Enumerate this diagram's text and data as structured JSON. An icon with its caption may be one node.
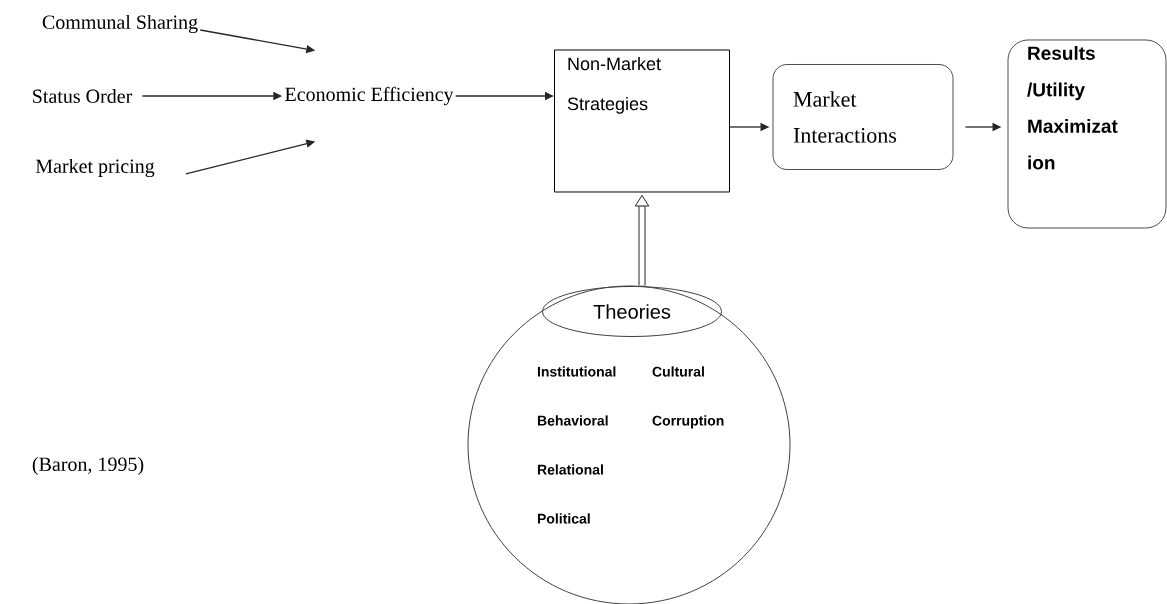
{
  "diagram": {
    "nodes": [
      {
        "text": [
          "Communal Sharing"
        ]
      },
      {
        "text": [
          "Status Order"
        ]
      },
      {
        "text": [
          "Market pricing"
        ]
      },
      {
        "text": [
          "Economic Efficiency"
        ]
      },
      {
        "text": [
          "Non-Market Strategies"
        ]
      },
      {
        "text": [
          "Market Interactions"
        ]
      },
      {
        "text": [
          "Results /Utility Maximizat ion"
        ]
      },
      {
        "text": [
          "Institutional",
          "Cultural",
          "Behavioral",
          "Corruption",
          "Relational",
          "Political"
        ]
      },
      {
        "text": [
          "Theories"
        ],
        "in": 7
      }
    ],
    "edges": [
      {
        "from": 0,
        "to": 3,
        "arrow": "to"
      },
      {
        "from": 1,
        "to": 3,
        "arrow": "to"
      },
      {
        "from": 2,
        "to": 3,
        "arrow": "to"
      },
      {
        "from": 3,
        "to": 4,
        "arrow": "to"
      },
      {
        "from": 4,
        "to": 5,
        "arrow": "to"
      },
      {
        "from": 5,
        "to": 6,
        "arrow": "to"
      },
      {
        "from": 7,
        "to": 4,
        "arrow": "to",
        "style": "thick"
      }
    ],
    "labels": [
      "(Baron, 1995)"
    ]
  }
}
